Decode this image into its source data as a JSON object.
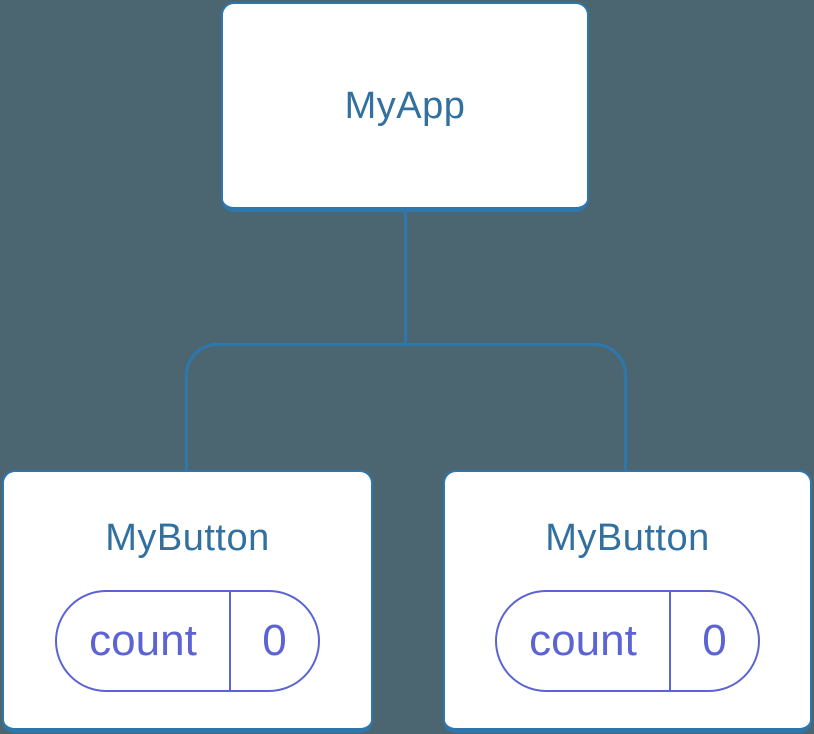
{
  "diagram": {
    "description": "React component tree diagram with a root component and two child components each holding independent state",
    "colors": {
      "background": "#4C6671",
      "node_background": "#FFFFFF",
      "node_border": "#2E77AD",
      "node_label": "#31709F",
      "connector": "#2E77AD",
      "state_pill": "#5C63D2"
    },
    "root": {
      "label": "MyApp"
    },
    "children": [
      {
        "label": "MyButton",
        "state": {
          "name": "count",
          "value": "0"
        }
      },
      {
        "label": "MyButton",
        "state": {
          "name": "count",
          "value": "0"
        }
      }
    ]
  }
}
